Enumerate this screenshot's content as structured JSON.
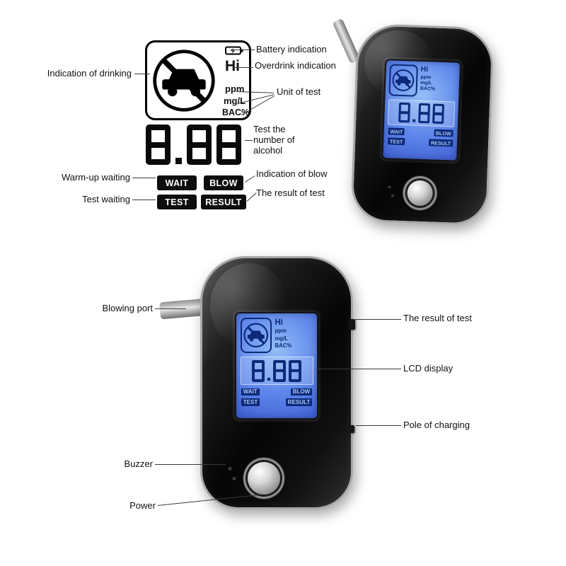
{
  "diagram": {
    "overdrink_text": "Hi",
    "units": [
      "ppm",
      "mg/L",
      "BAC%"
    ],
    "value": "8.88",
    "buttons": {
      "wait": "WAIT",
      "blow": "BLOW",
      "test": "TEST",
      "result": "RESULT"
    },
    "callouts": {
      "drinking": "Indication of drinking",
      "battery": "Battery indication",
      "overdrink": "Overdrink indication",
      "unit": "Unit of test",
      "number": "Test the number of alcohol",
      "warmup": "Warm-up waiting",
      "blow": "Indication of blow",
      "test_waiting": "Test waiting",
      "result": "The result of test"
    },
    "icons": {
      "no_drink_drive": "no-drink-drive-icon",
      "battery": "battery-icon"
    }
  },
  "device": {
    "lcd": {
      "hi": "Hi",
      "units": [
        "ppm",
        "mg/L",
        "BAC%"
      ],
      "value": "8.88",
      "wait": "WAIT",
      "blow": "BLOW",
      "test": "TEST",
      "result": "RESULT"
    },
    "callouts": {
      "blowing_port": "Blowing port",
      "result": "The result of test",
      "lcd": "LCD display",
      "charging": "Pole of charging",
      "buzzer": "Buzzer",
      "power": "Power"
    }
  },
  "colors": {
    "lcd_blue_light": "#93bef7",
    "lcd_blue": "#5e86ea",
    "lcd_segment": "#0d2a7a",
    "device_black": "#0a0a0a",
    "chrome": "#a8a8a8"
  }
}
